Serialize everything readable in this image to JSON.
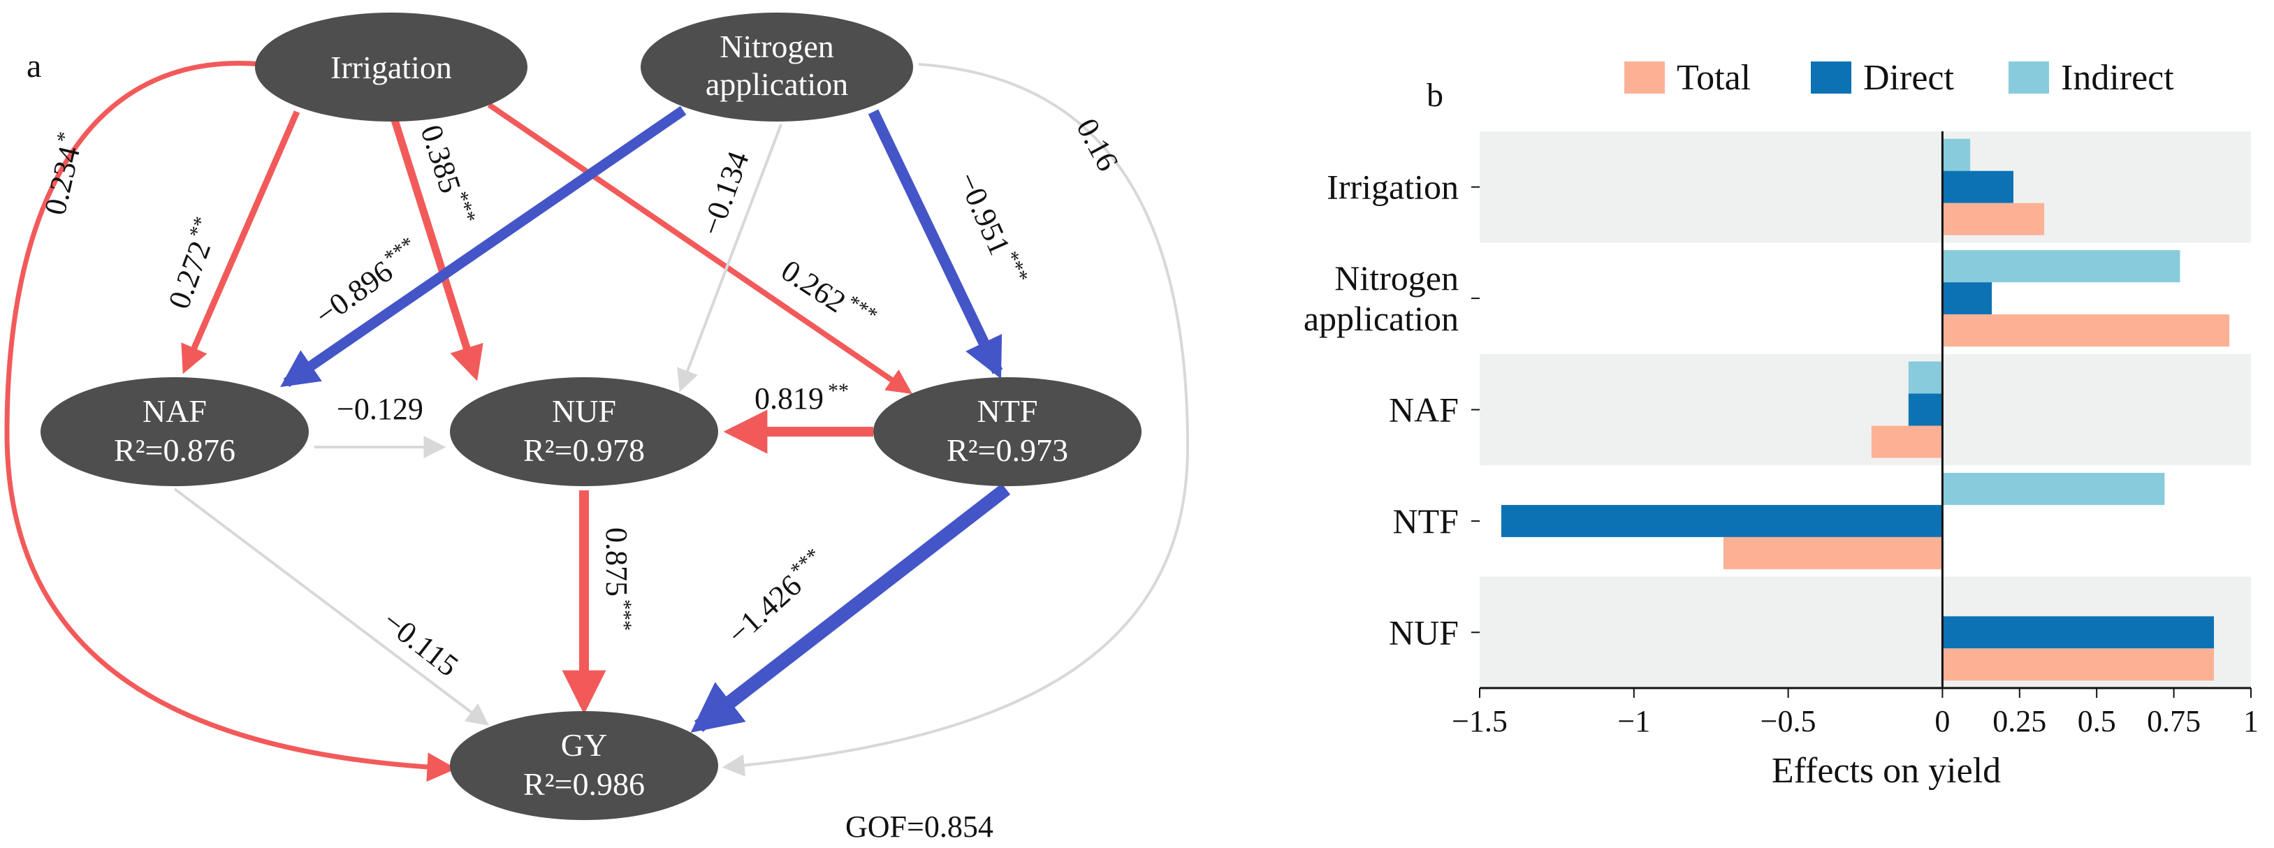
{
  "colors": {
    "node_fill": "#4e4e4e",
    "positive": "#f25a5a",
    "negative": "#4455c8",
    "nonsignificant": "#d8d8d8",
    "total": "#fcb195",
    "direct": "#0c72b4",
    "indirect": "#87cbdc",
    "band_shade": "#eef1f0"
  },
  "panel_a": {
    "letter": "a",
    "nodes": {
      "irrigation": {
        "line1": "Irrigation",
        "line2": ""
      },
      "nitrogen": {
        "line1": "Nitrogen",
        "line2": "application"
      },
      "naf": {
        "line1": "NAF",
        "r2": "R²=0.876"
      },
      "nuf": {
        "line1": "NUF",
        "r2": "R²=0.978"
      },
      "ntf": {
        "line1": "NTF",
        "r2": "R²=0.973"
      },
      "gy": {
        "line1": "GY",
        "r2": "R²=0.986"
      }
    },
    "edges": {
      "irr_gy": {
        "coef": "0.234",
        "stars": "*"
      },
      "irr_naf": {
        "coef": "0.272",
        "stars": "**"
      },
      "irr_nuf": {
        "coef": "0.385",
        "stars": "***"
      },
      "irr_ntf": {
        "coef": "0.262",
        "stars": "***"
      },
      "nit_naf": {
        "coef": "−0.896",
        "stars": "***"
      },
      "nit_nuf": {
        "coef": "−0.134",
        "stars": ""
      },
      "nit_ntf": {
        "coef": "−0.951",
        "stars": "***"
      },
      "nit_gy": {
        "coef": "0.16",
        "stars": ""
      },
      "naf_nuf": {
        "coef": "−0.129",
        "stars": ""
      },
      "ntf_nuf": {
        "coef": "0.819",
        "stars": "**"
      },
      "naf_gy": {
        "coef": "−0.115",
        "stars": ""
      },
      "nuf_gy": {
        "coef": "0.875",
        "stars": "***"
      },
      "ntf_gy": {
        "coef": "−1.426",
        "stars": "***"
      }
    },
    "gof": "GOF=0.854"
  },
  "panel_b": {
    "letter": "b",
    "legend": [
      "Total",
      "Direct",
      "Indirect"
    ]
  },
  "chart_data": {
    "type": "bar",
    "orientation": "horizontal",
    "categories": [
      "Irrigation",
      "Nitrogen application",
      "NAF",
      "NTF",
      "NUF"
    ],
    "series": [
      {
        "name": "Total",
        "values": [
          0.33,
          0.93,
          -0.23,
          -0.71,
          0.88
        ]
      },
      {
        "name": "Direct",
        "values": [
          0.23,
          0.16,
          -0.11,
          -1.43,
          0.88
        ]
      },
      {
        "name": "Indirect",
        "values": [
          0.09,
          0.77,
          -0.11,
          0.72,
          0
        ]
      }
    ],
    "xlabel": "Effects on yield",
    "xlim": [
      -1.5,
      1
    ],
    "xticks": [
      -1.5,
      -1,
      -0.5,
      0,
      0.25,
      0.5,
      0.75,
      1
    ],
    "xtick_labels": [
      "−1.5",
      "−1",
      "−0.5",
      "0",
      "0.25",
      "0.5",
      "0.75",
      "1"
    ],
    "legend_position": "top",
    "grid": false
  }
}
